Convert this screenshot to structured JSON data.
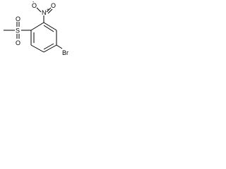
{
  "structure": {
    "atoms": {
      "sulfur": "S",
      "sulfonyl_oxygen_top": "O",
      "sulfonyl_oxygen_bottom": "O",
      "nitro_nitrogen": "N",
      "nitro_nitrogen_charge": "+",
      "nitro_oxygen_double": "O",
      "nitro_oxygen_single": "O",
      "nitro_oxygen_single_charge": "-",
      "bromine": "Br"
    },
    "colors": {
      "bond": "#000000",
      "label": "#000000",
      "background": "#ffffff"
    }
  }
}
